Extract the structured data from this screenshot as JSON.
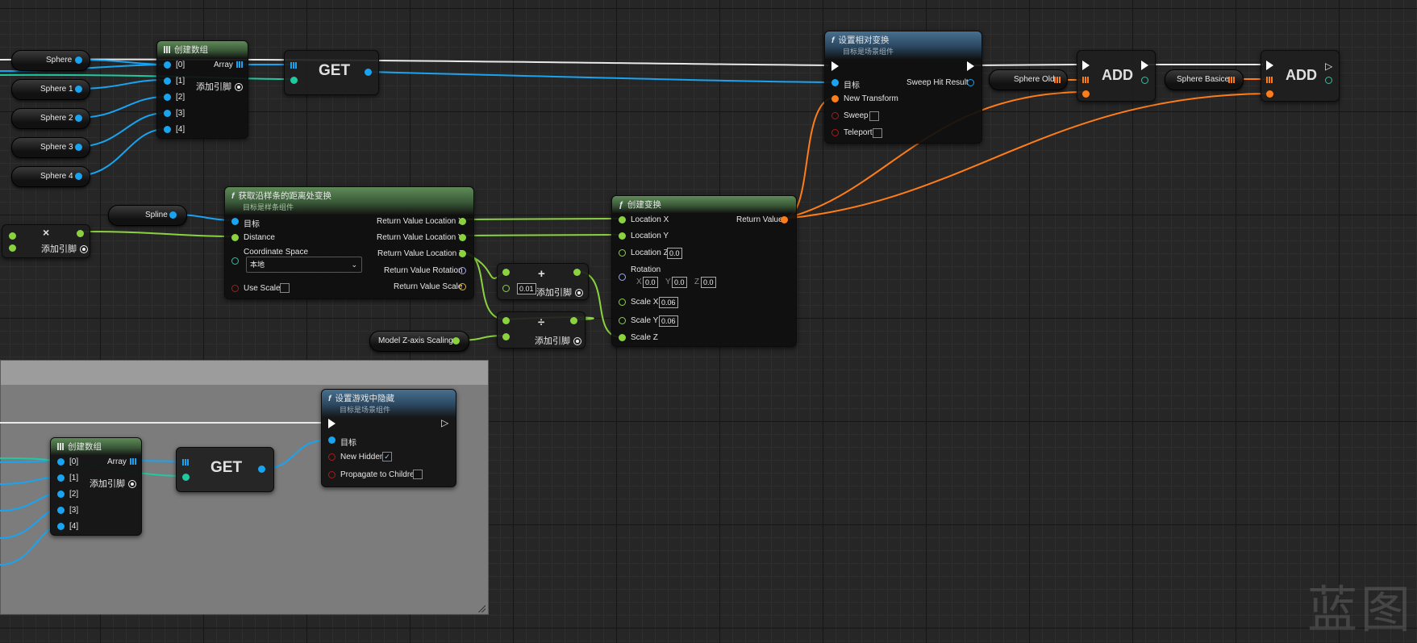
{
  "watermark": "蓝图",
  "nodes": {
    "make_array_top": {
      "title": "创建数组",
      "pins": [
        "[0]",
        "[1]",
        "[2]",
        "[3]",
        "[4]"
      ],
      "out": "Array",
      "add_pin": "添加引脚"
    },
    "get_top": {
      "label": "GET"
    },
    "set_relative": {
      "title": "设置相对变换",
      "subtitle": "目标是场景组件",
      "target": "目标",
      "new_transform": "New Transform",
      "sweep": "Sweep",
      "teleport": "Teleport",
      "sweep_hit": "Sweep Hit Result"
    },
    "add_1": {
      "label": "ADD"
    },
    "add_2": {
      "label": "ADD"
    },
    "get_transform": {
      "title": "获取沿样条的距离处变换",
      "subtitle": "目标是样条组件",
      "target": "目标",
      "distance": "Distance",
      "coord_space": "Coordinate Space",
      "coord_value": "本地",
      "use_scale": "Use Scale",
      "out_x": "Return Value Location X",
      "out_y": "Return Value Location Y",
      "out_z": "Return Value Location Z",
      "out_rot": "Return Value Rotation",
      "out_scale": "Return Value Scale"
    },
    "make_transform": {
      "title": "创建变换",
      "loc_x": "Location X",
      "loc_y": "Location Y",
      "loc_z": "Location Z",
      "loc_z_val": "0.0",
      "rotation": "Rotation",
      "rx": "X",
      "ry": "Y",
      "rz": "Z",
      "rx_val": "0.0",
      "ry_val": "0.0",
      "rz_val": "0.0",
      "scale_x": "Scale X",
      "scale_x_val": "0.06",
      "scale_y": "Scale Y",
      "scale_y_val": "0.06",
      "scale_z": "Scale Z",
      "out": "Return Value"
    },
    "multiply": {
      "symbol": "×",
      "add_pin": "添加引脚"
    },
    "plus": {
      "symbol": "+",
      "val": "0.01",
      "add_pin": "添加引脚"
    },
    "divide": {
      "symbol": "÷",
      "add_pin": "添加引脚"
    },
    "set_hidden": {
      "title": "设置游戏中隐藏",
      "subtitle": "目标是场景组件",
      "target": "目标",
      "new_hidden": "New Hidden",
      "propagate": "Propagate to Children",
      "new_hidden_checked": "✓"
    },
    "make_array_bottom": {
      "title": "创建数组",
      "pins": [
        "[0]",
        "[1]",
        "[2]",
        "[3]",
        "[4]"
      ],
      "out": "Array",
      "add_pin": "添加引脚"
    },
    "get_bottom": {
      "label": "GET"
    }
  },
  "variables": {
    "sphere": "Sphere",
    "sphere1": "Sphere 1",
    "sphere2": "Sphere 2",
    "sphere3": "Sphere 3",
    "sphere4": "Sphere 4",
    "spline": "Spline",
    "model_z": "Model Z-axis Scaling",
    "sphere_old": "Sphere Old",
    "sphere_basic": "Sphere Basice"
  },
  "colors": {
    "object_pin": "#18a4f0",
    "float_pin": "#8bd33e",
    "transform_pin": "#ff7d18",
    "exec": "#ffffff",
    "int_pin": "#20c9a0"
  }
}
